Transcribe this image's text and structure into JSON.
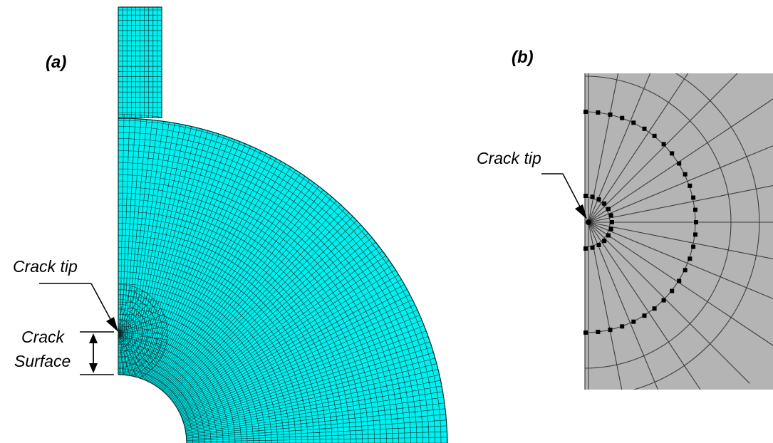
{
  "panel_a": {
    "label": "(a)",
    "annotations": {
      "crack_tip": "Crack tip",
      "crack_surface_line1": "Crack",
      "crack_surface_line2": "Surface"
    },
    "mesh_fill_color": "#00f0f0",
    "mesh_line_color": "#0a2a2a"
  },
  "panel_b": {
    "label": "(b)",
    "annotations": {
      "crack_tip": "Crack tip"
    },
    "fill_color": "#b4b4b4",
    "line_color": "#3c3c3c",
    "node_color": "#000000"
  }
}
